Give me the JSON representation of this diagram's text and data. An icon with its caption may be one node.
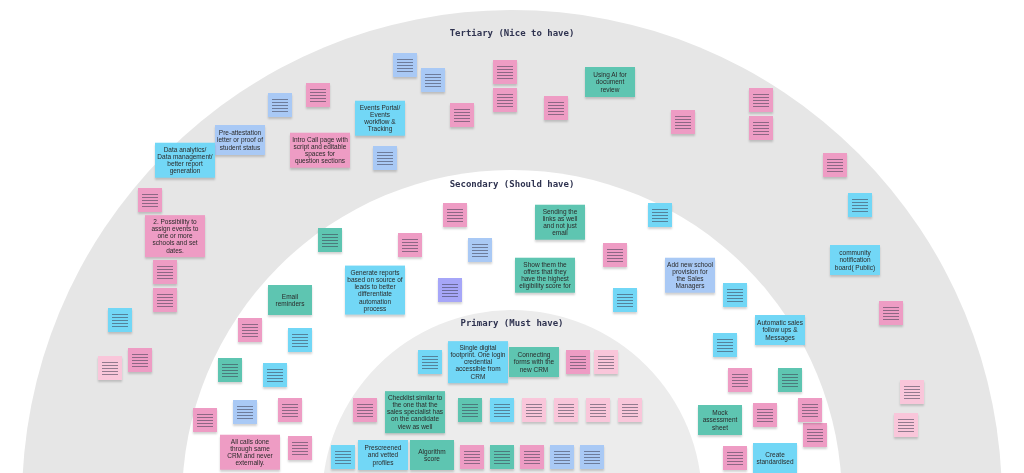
{
  "diagram": {
    "nodes": [
      {
        "text": [
          "Tertiary (Nice to have)"
        ]
      },
      {
        "text": [
          "Secondary (Should have)"
        ],
        "in": 0
      },
      {
        "text": [
          "Primary (Must have)"
        ],
        "in": 1
      },
      {
        "text": [],
        "shape": "box",
        "in": 0
      },
      {
        "text": [],
        "shape": "box",
        "in": 0
      },
      {
        "text": [],
        "shape": "box",
        "in": 0
      },
      {
        "text": [
          "Using AI for document review"
        ],
        "in": 0
      },
      {
        "text": [],
        "shape": "box",
        "in": 0
      },
      {
        "text": [],
        "shape": "box",
        "in": 0
      },
      {
        "text": [],
        "shape": "box",
        "in": 0
      },
      {
        "text": [],
        "shape": "box",
        "in": 0
      },
      {
        "text": [],
        "shape": "box",
        "in": 0
      },
      {
        "text": [
          "Events Portal/ Events workflow & Tracking"
        ],
        "in": 0
      },
      {
        "text": [],
        "shape": "box",
        "in": 0
      },
      {
        "text": [],
        "shape": "box",
        "in": 0
      },
      {
        "text": [],
        "shape": "box",
        "in": 0
      },
      {
        "text": [
          "Pre-attestation letter or proof of student status"
        ],
        "in": 0
      },
      {
        "text": [
          "Intro Call page with script and editable spaces for question sections"
        ],
        "in": 0
      },
      {
        "text": [],
        "shape": "box",
        "in": 0
      },
      {
        "text": [],
        "shape": "box",
        "in": 0
      },
      {
        "text": [],
        "shape": "box",
        "in": 0
      },
      {
        "text": [],
        "shape": "box",
        "in": 0
      },
      {
        "text": [
          "Data analytics/ Data management/ better report generation"
        ],
        "in": 0
      },
      {
        "text": [
          "2. Possibility to assign events to one or more schools and set dates."
        ],
        "in": 0
      },
      {
        "text": [],
        "shape": "box",
        "in": 0
      },
      {
        "text": [],
        "shape": "box",
        "in": 0
      },
      {
        "text": [
          "community notification board( Public)"
        ],
        "in": 0
      },
      {
        "text": [],
        "shape": "box",
        "in": 0
      },
      {
        "text": [],
        "shape": "box",
        "in": 0
      },
      {
        "text": [],
        "shape": "box",
        "in": 0
      },
      {
        "text": [],
        "shape": "box",
        "in": 0
      },
      {
        "text": [],
        "shape": "box",
        "in": 0
      },
      {
        "text": [],
        "shape": "box",
        "in": 0
      },
      {
        "text": [],
        "shape": "box",
        "in": 1
      },
      {
        "text": [],
        "shape": "box",
        "in": 1
      },
      {
        "text": [
          "Sending the links as well and not just email"
        ],
        "in": 1
      },
      {
        "text": [],
        "shape": "box",
        "in": 1
      },
      {
        "text": [],
        "shape": "box",
        "in": 1
      },
      {
        "text": [],
        "shape": "box",
        "in": 1
      },
      {
        "text": [],
        "shape": "box",
        "in": 1
      },
      {
        "text": [
          "Show them the offers that they have the highest eligibility score for"
        ],
        "in": 1
      },
      {
        "text": [
          "Add new school provision for the Sales Managers"
        ],
        "in": 1
      },
      {
        "text": [],
        "shape": "box",
        "in": 1
      },
      {
        "text": [
          "Email reminders"
        ],
        "in": 1
      },
      {
        "text": [
          "Generate reports based on source of leads to better differentiate automation process"
        ],
        "in": 1
      },
      {
        "text": [],
        "shape": "box",
        "in": 1
      },
      {
        "text": [],
        "shape": "box",
        "in": 1
      },
      {
        "text": [
          "Automatic sales follow ups & Messages"
        ],
        "in": 1
      },
      {
        "text": [],
        "shape": "box",
        "in": 1
      },
      {
        "text": [],
        "shape": "box",
        "in": 1
      },
      {
        "text": [],
        "shape": "box",
        "in": 1
      },
      {
        "text": [],
        "shape": "box",
        "in": 1
      },
      {
        "text": [],
        "shape": "box",
        "in": 1
      },
      {
        "text": [],
        "shape": "box",
        "in": 1
      },
      {
        "text": [],
        "shape": "box",
        "in": 1
      },
      {
        "text": [],
        "shape": "box",
        "in": 1
      },
      {
        "text": [
          "Mock assessment sheet"
        ],
        "in": 1
      },
      {
        "text": [],
        "shape": "box",
        "in": 1
      },
      {
        "text": [],
        "shape": "box",
        "in": 1
      },
      {
        "text": [],
        "shape": "box",
        "in": 1
      },
      {
        "text": [],
        "shape": "box",
        "in": 1
      },
      {
        "text": [],
        "shape": "box",
        "in": 1
      },
      {
        "text": [],
        "shape": "box",
        "in": 1
      },
      {
        "text": [
          "All calls done through same CRM and never externally."
        ],
        "in": 1
      },
      {
        "text": [],
        "shape": "box",
        "in": 1
      },
      {
        "text": [
          "Create standardised"
        ],
        "in": 1
      },
      {
        "text": [],
        "shape": "box",
        "in": 2
      },
      {
        "text": [
          "Single digital footprint. One login credential accessible from CRM"
        ],
        "in": 2
      },
      {
        "text": [
          "Connecting forms with the new CRM"
        ],
        "in": 2
      },
      {
        "text": [],
        "shape": "box",
        "in": 2
      },
      {
        "text": [],
        "shape": "box",
        "in": 2
      },
      {
        "text": [],
        "shape": "box",
        "in": 2
      },
      {
        "text": [],
        "shape": "box",
        "in": 2
      },
      {
        "text": [
          "Checklist similar to the one that the sales specialist has on the candidate view as well"
        ],
        "in": 2
      },
      {
        "text": [],
        "shape": "box",
        "in": 2
      },
      {
        "text": [],
        "shape": "box",
        "in": 2
      },
      {
        "text": [],
        "shape": "box",
        "in": 2
      },
      {
        "text": [],
        "shape": "box",
        "in": 2
      },
      {
        "text": [],
        "shape": "box",
        "in": 2
      },
      {
        "text": [],
        "shape": "box",
        "in": 2
      },
      {
        "text": [
          "Prescreened and vetted profiles"
        ],
        "in": 2
      },
      {
        "text": [
          "Algorithm score"
        ],
        "in": 2
      },
      {
        "text": [],
        "shape": "box",
        "in": 2
      },
      {
        "text": [],
        "shape": "box",
        "in": 2
      },
      {
        "text": [],
        "shape": "box",
        "in": 2
      },
      {
        "text": [],
        "shape": "box",
        "in": 2
      },
      {
        "text": [],
        "shape": "box",
        "in": 2
      }
    ]
  }
}
